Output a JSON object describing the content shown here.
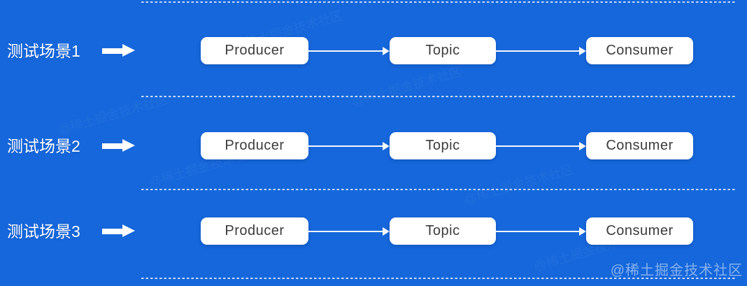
{
  "diagram": {
    "rows": [
      {
        "label": "测试场景1",
        "nodes": [
          "Producer",
          "Topic",
          "Consumer"
        ]
      },
      {
        "label": "测试场景2",
        "nodes": [
          "Producer",
          "Topic",
          "Consumer"
        ]
      },
      {
        "label": "测试场景3",
        "nodes": [
          "Producer",
          "Topic",
          "Consumer"
        ]
      }
    ]
  },
  "watermark": {
    "text": "@稀土掘金技术社区"
  },
  "colors": {
    "background": "#1667DB",
    "node_fill": "#FFFFFF",
    "node_text": "#3C3C3C",
    "label_text": "#FFFFFF",
    "divider_dash": "#E3EFFF",
    "connector": "#FFFFFF"
  }
}
